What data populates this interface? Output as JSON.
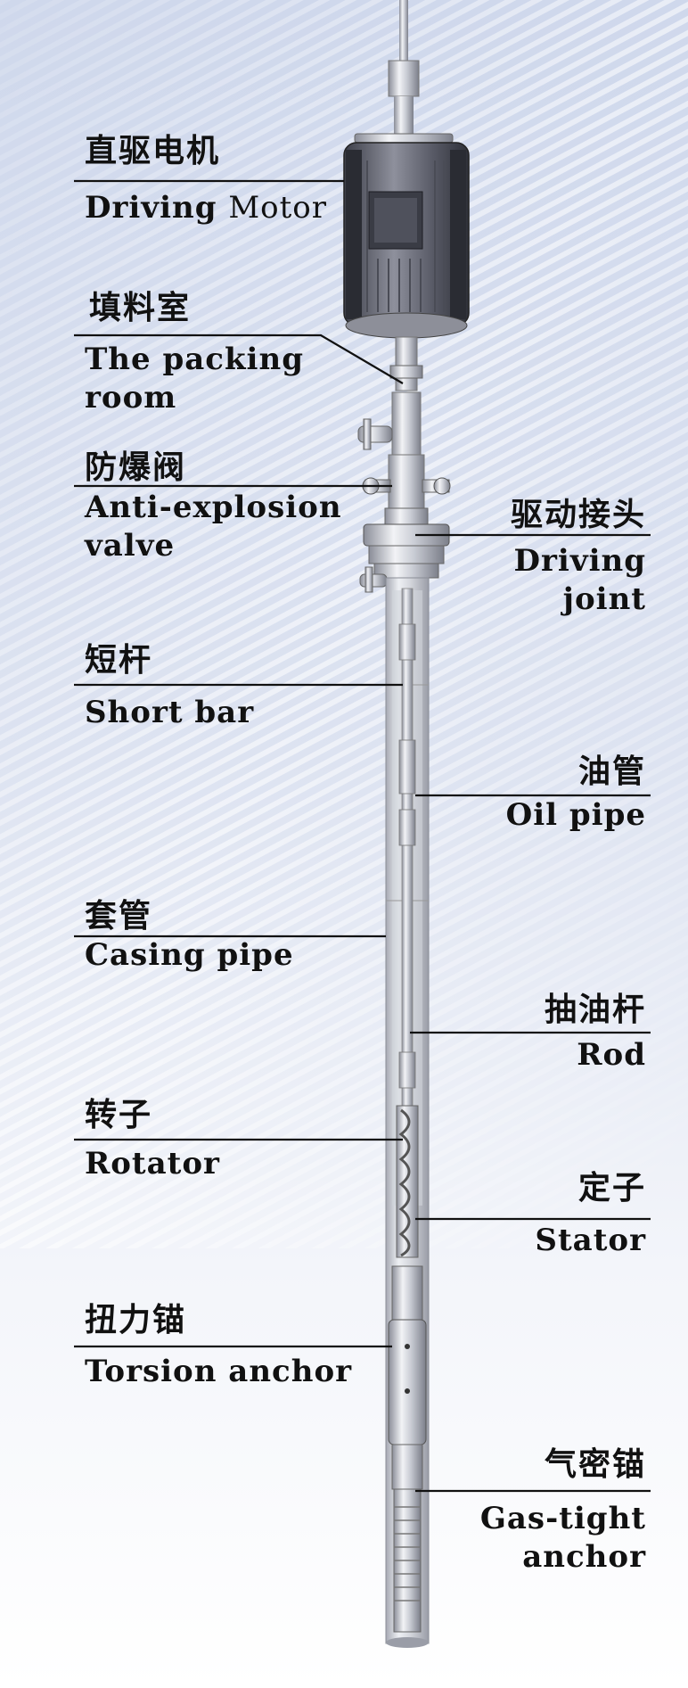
{
  "labels": {
    "driving_motor": {
      "zh": "直驱电机",
      "en_a": "Driving",
      "en_b": "Motor"
    },
    "packing_room": {
      "zh": "填料室",
      "en": "The packing\n room"
    },
    "anti_explosion_valve": {
      "zh": "防爆阀",
      "en": "Anti-explosion\n valve"
    },
    "driving_joint": {
      "zh": "驱动接头",
      "en": "Driving\njoint"
    },
    "short_bar": {
      "zh": "短杆",
      "en": "Short bar"
    },
    "oil_pipe": {
      "zh": "油管",
      "en": "Oil pipe"
    },
    "casing_pipe": {
      "zh": "套管",
      "en": "Casing pipe"
    },
    "rod": {
      "zh": "抽油杆",
      "en": "Rod"
    },
    "rotator": {
      "zh": "转子",
      "en": "Rotator"
    },
    "stator": {
      "zh": "定子",
      "en": "Stator"
    },
    "torsion_anchor": {
      "zh": "扭力锚",
      "en": "Torsion anchor"
    },
    "gas_tight_anchor": {
      "zh": "气密锚",
      "en": "Gas-tight\nanchor"
    }
  }
}
